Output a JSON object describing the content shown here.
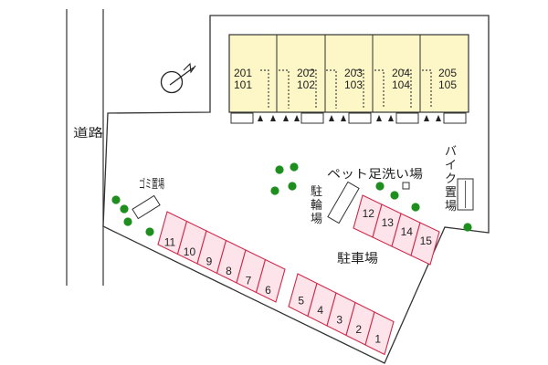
{
  "labels": {
    "road": "道路",
    "garbage": "ゴミ置場",
    "bicycle": "駐輪場",
    "parking": "駐車場",
    "pet_wash": "ペット足洗い場",
    "bike_parking": "バイク置場"
  },
  "units": [
    {
      "top": "201",
      "bottom": "101"
    },
    {
      "top": "202",
      "bottom": "102"
    },
    {
      "top": "203",
      "bottom": "103"
    },
    {
      "top": "204",
      "bottom": "104"
    },
    {
      "top": "205",
      "bottom": "105"
    }
  ],
  "parking_left_row": [
    "11",
    "10",
    "9",
    "8",
    "7",
    "6"
  ],
  "parking_bottom_row": [
    "5",
    "4",
    "3",
    "2",
    "1"
  ],
  "parking_right_row": [
    "12",
    "13",
    "14",
    "15"
  ],
  "colors": {
    "building": "#fdf6c6",
    "parking": "#fde3ea",
    "parking_border": "#d0294a",
    "tree": "#1e8f1e",
    "outline": "#333333"
  },
  "icons": [
    "compass-icon",
    "tree-icon",
    "entrance-arrow-icon"
  ]
}
